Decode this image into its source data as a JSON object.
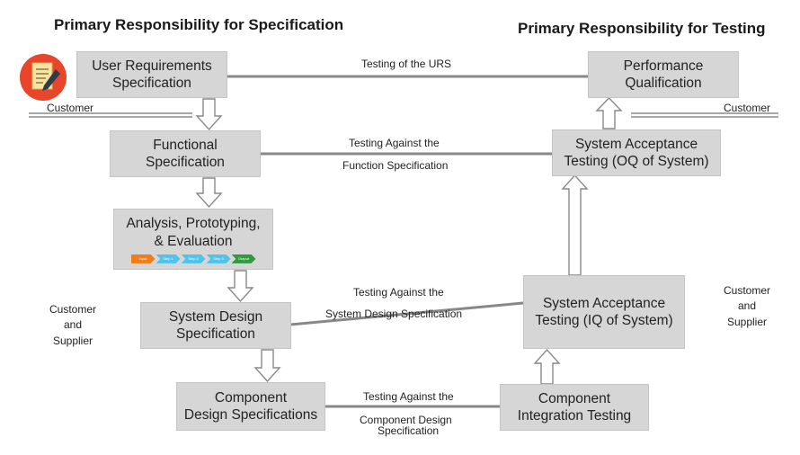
{
  "headers": {
    "left": "Primary Responsibility for Specification",
    "right": "Primary Responsibility for Testing"
  },
  "boxes": {
    "urs": [
      "User Requirements",
      "Specification"
    ],
    "fs": [
      "Functional",
      "Specification"
    ],
    "ape": [
      "Analysis, Prototyping,",
      "& Evaluation"
    ],
    "sds": [
      "System Design",
      "Specification"
    ],
    "cds": [
      "Component",
      "Design Specifications"
    ],
    "pq": [
      "Performance",
      "Qualification"
    ],
    "sat_oq": [
      "System Acceptance",
      "Testing (OQ of System)"
    ],
    "sat_iq": [
      "System Acceptance",
      "Testing (IQ of System)"
    ],
    "cit": [
      "Component",
      "Integration Testing"
    ]
  },
  "steps": [
    "Input",
    "Step 1",
    "Step 2",
    "Step 3",
    "Output"
  ],
  "step_colors": [
    "#f07d1a",
    "#4fc3ea",
    "#4fc3ea",
    "#4fc3ea",
    "#2e9b3e"
  ],
  "links": {
    "urs": "Testing of the URS",
    "fs": [
      "Testing Against the",
      "Function Specification"
    ],
    "sds": [
      "Testing Against the",
      "System Design Specification"
    ],
    "cds": [
      "Testing Against the",
      "Component Design",
      "Specification"
    ]
  },
  "roles": {
    "customer_left": "Customer",
    "customer_right": "Customer",
    "cs_left": [
      "Customer",
      "and",
      "Supplier"
    ],
    "cs_right": [
      "Customer",
      "and",
      "Supplier"
    ]
  },
  "icon": "document-pencil-icon"
}
